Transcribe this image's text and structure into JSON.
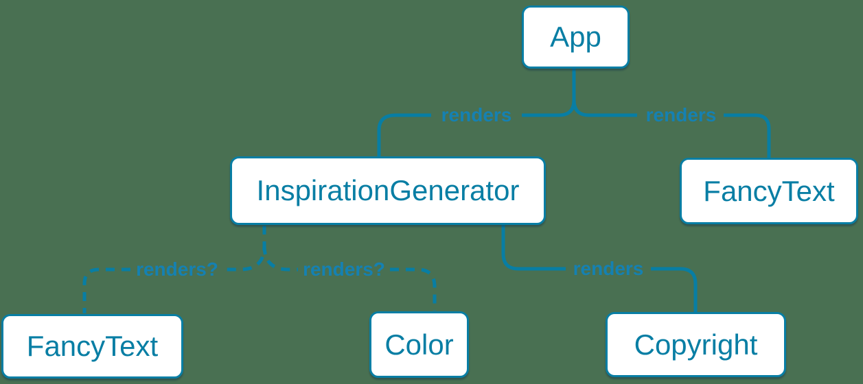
{
  "diagram": {
    "type": "component-render-tree",
    "background_color": "#497052",
    "node_border_color": "#087ea4",
    "node_text_color": "#087ea4",
    "node_fill_color": "#ffffff",
    "edge_color": "#087ea4",
    "edge_label_color": "#1581b2",
    "nodes": [
      {
        "id": "app",
        "label": "App"
      },
      {
        "id": "inspiration-generator",
        "label": "InspirationGenerator"
      },
      {
        "id": "fancy-text-top",
        "label": "FancyText"
      },
      {
        "id": "fancy-text-bottom",
        "label": "FancyText"
      },
      {
        "id": "color",
        "label": "Color"
      },
      {
        "id": "copyright",
        "label": "Copyright"
      }
    ],
    "edges": [
      {
        "from": "App",
        "to": "InspirationGenerator",
        "label": "renders",
        "style": "solid"
      },
      {
        "from": "App",
        "to": "FancyText",
        "label": "renders",
        "style": "solid"
      },
      {
        "from": "InspirationGenerator",
        "to": "FancyText",
        "label": "renders?",
        "style": "dashed"
      },
      {
        "from": "InspirationGenerator",
        "to": "Color",
        "label": "renders?",
        "style": "dashed"
      },
      {
        "from": "InspirationGenerator",
        "to": "Copyright",
        "label": "renders",
        "style": "solid"
      }
    ]
  }
}
